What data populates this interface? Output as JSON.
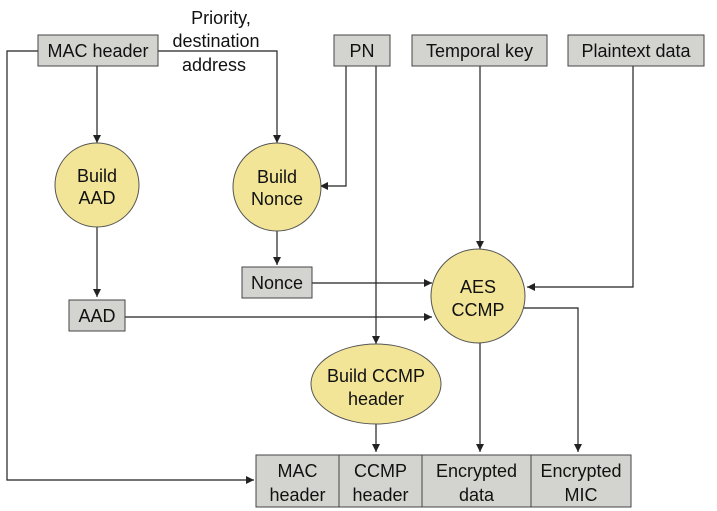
{
  "colors": {
    "box_fill": "#d3d4cf",
    "box_stroke": "#444444",
    "circle_fill": "#f2e597",
    "circle_stroke": "#555555",
    "line": "#222222",
    "text": "#111111"
  },
  "inputs": {
    "mac_header": "MAC header",
    "pn": "PN",
    "temporal_key": "Temporal key",
    "plaintext_data": "Plaintext data"
  },
  "annotation": {
    "line1": "Priority,",
    "line2": "destination",
    "line3": "address"
  },
  "processes": {
    "build_aad": {
      "line1": "Build",
      "line2": "AAD"
    },
    "build_nonce": {
      "line1": "Build",
      "line2": "Nonce"
    },
    "aes_ccmp": {
      "line1": "AES",
      "line2": "CCMP"
    },
    "build_ccmp_header": {
      "line1": "Build CCMP",
      "line2": "header"
    }
  },
  "intermediates": {
    "nonce": "Nonce",
    "aad": "AAD"
  },
  "output_frame": [
    {
      "line1": "MAC",
      "line2": "header"
    },
    {
      "line1": "CCMP",
      "line2": "header"
    },
    {
      "line1": "Encrypted",
      "line2": "data"
    },
    {
      "line1": "Encrypted",
      "line2": "MIC"
    }
  ]
}
